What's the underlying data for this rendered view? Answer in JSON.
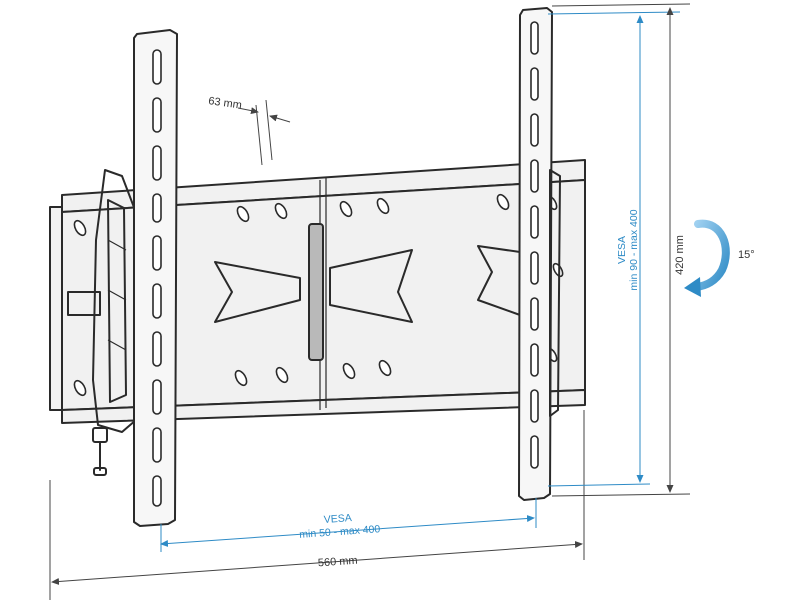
{
  "dimensions": {
    "spacing_label": "63 mm",
    "vesa_width_title": "VESA",
    "vesa_width_range": "min 50 - max 400",
    "overall_width": "560 mm",
    "vesa_height_title": "VESA",
    "vesa_height_range": "min 90 - max 400",
    "overall_height": "420 mm",
    "tilt_angle": "15°"
  },
  "colors": {
    "line": "#2a2a2a",
    "dimension_blue": "#2e8bc6",
    "tilt_arrow": "#3a9ad9"
  },
  "icons": {
    "tilt": "curved-arrow-icon"
  }
}
